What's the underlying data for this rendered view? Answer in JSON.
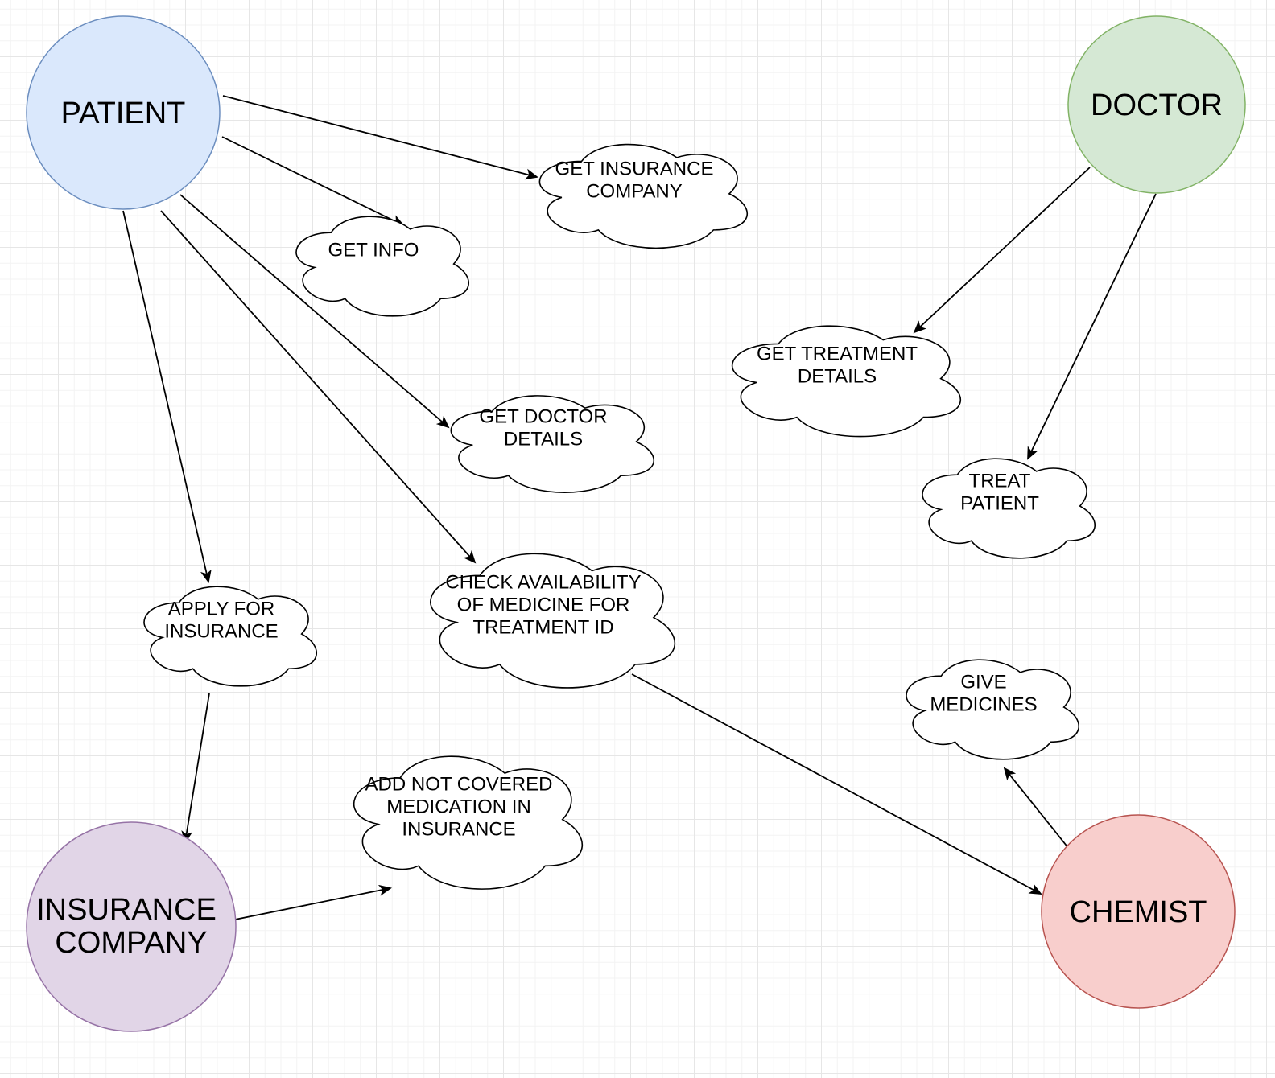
{
  "actors": {
    "patient": {
      "label": "PATIENT",
      "fill": "#dae8fc",
      "stroke": "#6c8ebf"
    },
    "doctor": {
      "label": "DOCTOR",
      "fill": "#d5e8d4",
      "stroke": "#82b366"
    },
    "insurance_company": {
      "label_line1": "INSURANCE",
      "label_line2": "COMPANY",
      "fill": "#e1d5e7",
      "stroke": "#9673a6"
    },
    "chemist": {
      "label": "CHEMIST",
      "fill": "#f8cecc",
      "stroke": "#b85450"
    }
  },
  "actions": {
    "get_insurance_company": [
      "GET INSURANCE",
      "COMPANY"
    ],
    "get_info": [
      "GET INFO"
    ],
    "get_doctor_details": [
      "GET DOCTOR",
      "DETAILS"
    ],
    "get_treatment_details": [
      "GET TREATMENT",
      "DETAILS"
    ],
    "treat_patient": [
      "TREAT",
      "PATIENT"
    ],
    "apply_for_insurance": [
      "APPLY FOR",
      "INSURANCE"
    ],
    "check_availability": [
      "CHECK AVAILABILITY",
      "OF MEDICINE FOR",
      "TREATMENT ID"
    ],
    "give_medicines": [
      "GIVE",
      "MEDICINES"
    ],
    "add_not_covered": [
      "ADD NOT COVERED",
      "MEDICATION IN",
      "INSURANCE"
    ]
  },
  "colors": {
    "edge": "#000000",
    "cloud_fill": "#ffffff",
    "cloud_stroke": "#000000"
  }
}
